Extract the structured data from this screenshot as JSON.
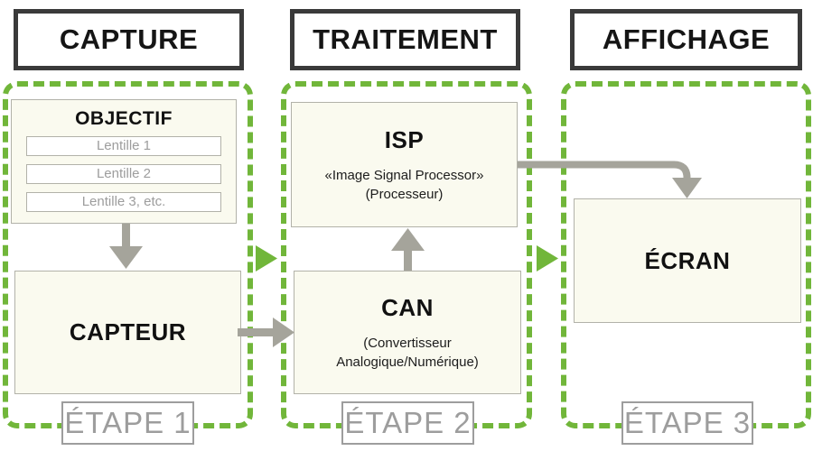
{
  "stages": [
    {
      "header": "CAPTURE",
      "etape": "ÉTAPE 1"
    },
    {
      "header": "TRAITEMENT",
      "etape": "ÉTAPE 2"
    },
    {
      "header": "AFFICHAGE",
      "etape": "ÉTAPE 3"
    }
  ],
  "nodes": {
    "objectif": {
      "title": "OBJECTIF",
      "lenses": [
        "Lentille 1",
        "Lentille 2",
        "Lentille 3, etc."
      ]
    },
    "capteur": {
      "title": "CAPTEUR"
    },
    "isp": {
      "title": "ISP",
      "subtitle1": "«Image Signal Processor»",
      "subtitle2": "(Processeur)"
    },
    "can": {
      "title": "CAN",
      "subtitle": "(Convertisseur Analogique/Numérique)"
    },
    "ecran": {
      "title": "ÉCRAN"
    }
  },
  "colors": {
    "green": "#71b63a",
    "arrow_gray": "#a5a49b",
    "node_fill": "#fafaef",
    "node_border": "#b2b2a9",
    "header_border": "#3a3a3a",
    "muted_text": "#9d9d9d"
  }
}
